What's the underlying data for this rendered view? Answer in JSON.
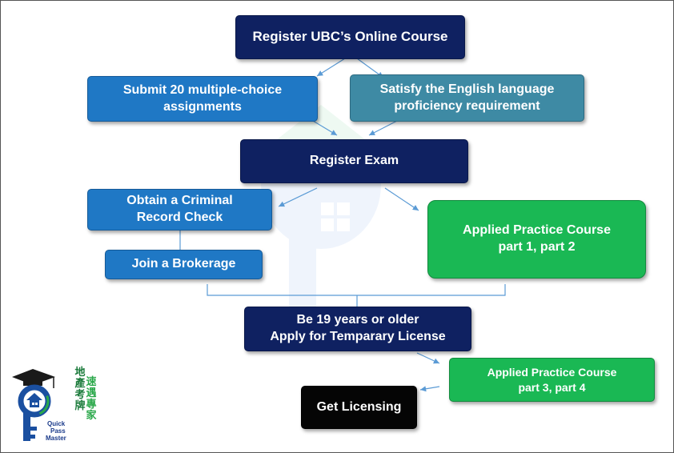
{
  "nodes": {
    "register_course": "Register UBC’s Online Course",
    "submit_assignments": "Submit 20 multiple-choice\nassignments",
    "english_requirement": "Satisfy the English language\nproficiency requirement",
    "register_exam": "Register Exam",
    "criminal_check": "Obtain a Criminal\nRecord Check",
    "join_brokerage": "Join a Brokerage",
    "applied_practice_1_2": "Applied Practice Course\npart 1, part 2",
    "age_license": "Be 19 years or older\nApply for Temparary License",
    "applied_practice_3_4": "Applied Practice Course\npart 3, part 4",
    "get_licensing": "Get Licensing"
  },
  "logo": {
    "chinese_col1": "地產考牌",
    "chinese_col2": "速遇專家",
    "english_line1": "Quick",
    "english_line2": "Pass",
    "english_line3": "Master"
  },
  "colors": {
    "navy": "#0f2161",
    "blue": "#1f78c5",
    "teal": "#3e8aa4",
    "green": "#1ab854",
    "black": "#050505",
    "connector": "#5b9bd5"
  }
}
